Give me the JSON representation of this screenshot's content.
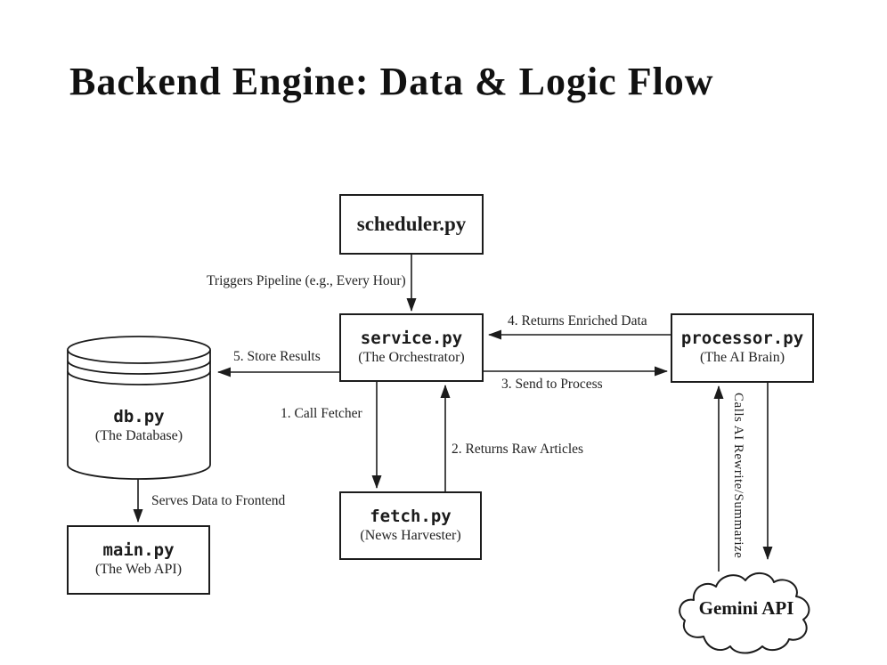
{
  "slide": {
    "title": "Backend Engine: Data & Logic Flow"
  },
  "colors": {
    "background": "#ffffff",
    "line": "#1c1c1c",
    "text": "#1c1c1c"
  },
  "nodes": {
    "scheduler": {
      "label": "scheduler.py",
      "shape": "rectangle"
    },
    "service": {
      "label": "service.py",
      "sublabel": "(The Orchestrator)",
      "shape": "rectangle"
    },
    "processor": {
      "label": "processor.py",
      "sublabel": "(The AI Brain)",
      "shape": "rectangle"
    },
    "db": {
      "label": "db.py",
      "sublabel": "(The Database)",
      "shape": "database-cylinder"
    },
    "fetch": {
      "label": "fetch.py",
      "sublabel": "(News Harvester)",
      "shape": "rectangle"
    },
    "main": {
      "label": "main.py",
      "sublabel": "(The Web API)",
      "shape": "rectangle"
    },
    "gemini": {
      "label": "Gemini API",
      "shape": "cloud"
    }
  },
  "edges": {
    "trigger": {
      "label": "Triggers Pipeline (e.g., Every Hour)",
      "from": "scheduler",
      "to": "service"
    },
    "call_fetcher": {
      "label": "1. Call Fetcher",
      "from": "service",
      "to": "fetch"
    },
    "returns_raw": {
      "label": "2. Returns Raw Articles",
      "from": "fetch",
      "to": "service"
    },
    "send_to_process": {
      "label": "3. Send to Process",
      "from": "service",
      "to": "processor"
    },
    "returns_enriched": {
      "label": "4. Returns Enriched Data",
      "from": "processor",
      "to": "service"
    },
    "store_results": {
      "label": "5. Store Results",
      "from": "service",
      "to": "db"
    },
    "serves_frontend": {
      "label": "Serves Data to Frontend",
      "from": "db",
      "to": "main"
    },
    "calls_ai": {
      "label": "Calls AI Rewrite/Summarize",
      "from": "processor",
      "to": "gemini"
    }
  }
}
